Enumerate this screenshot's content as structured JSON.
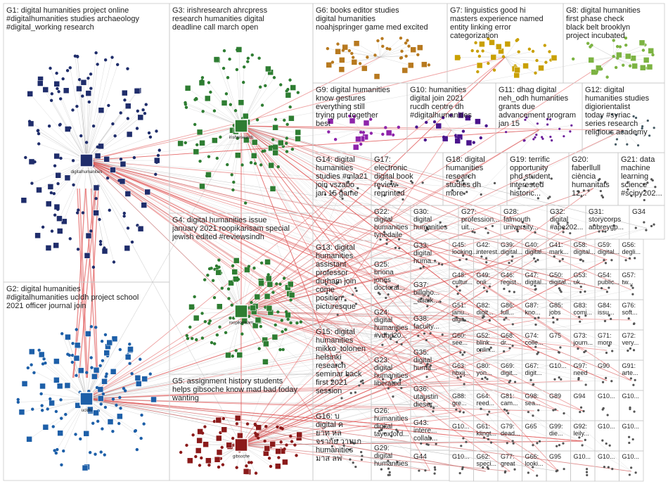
{
  "groups": [
    {
      "id": "G1",
      "label": "G1: digital humanities project online #digitalhumanities studies archaeology #digital_working research"
    },
    {
      "id": "G2",
      "label": "G2: digital humanities #digitalhumanities ucldh project school 2021 officer journal join"
    },
    {
      "id": "G3",
      "label": "G3: irishresearch ahrcpress research humanities digital deadline call march open applications"
    },
    {
      "id": "G4",
      "label": "G4: digital humanities issue january 2021 roopikarisam special jewish edited #reviewsindh"
    },
    {
      "id": "G5",
      "label": "G5: assignment history students helps gibsoche know mad bad today wanting"
    },
    {
      "id": "G6",
      "label": "G6: books editor studies digital humanities noahjspringer game med excited announce"
    },
    {
      "id": "G7",
      "label": "G7: linguistics good hi masters experience named entity linking error categorization"
    },
    {
      "id": "G8",
      "label": "G8: digital humanities first phase check black belt brooklyn project incubated"
    },
    {
      "id": "G9",
      "label": "G9: digital humanities know gestures everything still trying put together best"
    },
    {
      "id": "G10",
      "label": "G10: humanities digital join 2021 rucdh centre dh #digitalhumanities share interview"
    },
    {
      "id": "G11",
      "label": "G11: dhag digital neh_odh humanities grants due advancement program jan 15"
    },
    {
      "id": "G12",
      "label": "G12: digital humanities studies digiorientalist today #syriac series research religious academy"
    },
    {
      "id": "G13",
      "label": "G13: digital humanities assistant professor durham join come position picturesque great"
    },
    {
      "id": "G14",
      "label": "G14: digital humanities studies #mla21 join vszabo jan 15 game writing"
    },
    {
      "id": "G15",
      "label": "G15: digital humanities mikko_tolonen helsinki research seminar back first 2021 session"
    },
    {
      "id": "G16",
      "label": "G16: บ digital ค ยาท หล จรากัย วานเก humanities มาส ลพ"
    },
    {
      "id": "G17",
      "label": "G17: electronic digital book review reprinted introduction jamiescosullivan's..."
    },
    {
      "id": "G18",
      "label": "G18: digital humanities research studies dh more association..."
    },
    {
      "id": "G19",
      "label": "G19: terrific opportunity phd student interested historic..."
    },
    {
      "id": "G20",
      "label": "G20: faberllull ciència humanitats 12..."
    },
    {
      "id": "G21",
      "label": "G21: data machine learning science #scipy202..."
    },
    {
      "id": "G22",
      "label": "G22: digital humanities tynedaile registrati..."
    },
    {
      "id": "G23",
      "label": "G23: digital humanities liberated..."
    },
    {
      "id": "G24",
      "label": "G24: digital humanities #vdhd20..."
    },
    {
      "id": "G25",
      "label": "G25: briona jones doctoral..."
    },
    {
      "id": "G26",
      "label": "G26: humanities digital tayoxford..."
    },
    {
      "id": "G27",
      "label": "G27: profession... uit..."
    },
    {
      "id": "G28",
      "label": "G28: falmouth university..."
    },
    {
      "id": "G29",
      "label": "G29: digital humanities"
    },
    {
      "id": "G30",
      "label": "G30: digital humanities computati..."
    },
    {
      "id": "G31",
      "label": "G31: storycorps aubreygp..."
    },
    {
      "id": "G32",
      "label": "G32: digital #ape202..."
    },
    {
      "id": "G33",
      "label": "G33: digital huma... immer..."
    },
    {
      "id": "G34",
      "label": "G34"
    },
    {
      "id": "G35",
      "label": "G35: digital huma..."
    },
    {
      "id": "G36",
      "label": "G36: utaustin dieser..."
    },
    {
      "id": "G37",
      "label": "G37: billgho... _aliaik..."
    },
    {
      "id": "G38",
      "label": "G38: faculty..."
    },
    {
      "id": "G39",
      "label": "G39: digital..."
    },
    {
      "id": "G40",
      "label": "G40: digital..."
    },
    {
      "id": "G41",
      "label": "G41: mark..."
    },
    {
      "id": "G42",
      "label": "G42: interest..."
    },
    {
      "id": "G43",
      "label": "G43: intere... collab..."
    },
    {
      "id": "G44",
      "label": "G44"
    },
    {
      "id": "G45",
      "label": "G45: looking..."
    },
    {
      "id": "G46",
      "label": "G46: regist..."
    },
    {
      "id": "G47",
      "label": "G47: digital..."
    },
    {
      "id": "G48",
      "label": "G48: cultur..."
    },
    {
      "id": "G49",
      "label": "G49: onli..."
    },
    {
      "id": "G50",
      "label": "G50: digital..."
    },
    {
      "id": "G51",
      "label": "G51: janu... digit..."
    },
    {
      "id": "G52",
      "label": "G52: blink... onlin..."
    },
    {
      "id": "G53",
      "label": "G53: uk..."
    },
    {
      "id": "G54",
      "label": "G54: public..."
    },
    {
      "id": "G55",
      "label": "G55: digital..."
    },
    {
      "id": "G56",
      "label": "G56: degli..."
    },
    {
      "id": "G57",
      "label": "G57: tw..."
    },
    {
      "id": "G58",
      "label": "G58: digital..."
    },
    {
      "id": "G59",
      "label": "G59: digital..."
    },
    {
      "id": "G60",
      "label": "G60: see..."
    },
    {
      "id": "G61",
      "label": "G61: klingt..."
    },
    {
      "id": "G62",
      "label": "G62: speci..."
    },
    {
      "id": "G63",
      "label": "G63: nbxij..."
    },
    {
      "id": "G64",
      "label": "G64: reed..."
    },
    {
      "id": "G65",
      "label": "G65"
    },
    {
      "id": "G66",
      "label": "G66: looki..."
    },
    {
      "id": "G67",
      "label": "G67: digit..."
    },
    {
      "id": "G68",
      "label": "G68: dr..."
    },
    {
      "id": "G69",
      "label": "G69: digit..."
    },
    {
      "id": "G70",
      "label": "G70: jour..."
    },
    {
      "id": "G71",
      "label": "G71: more"
    },
    {
      "id": "G72",
      "label": "G72: very..."
    },
    {
      "id": "G73",
      "label": "G73: journ..."
    },
    {
      "id": "G74",
      "label": "G74: colle..."
    },
    {
      "id": "G75",
      "label": "G75"
    },
    {
      "id": "G76",
      "label": "G76: soft..."
    },
    {
      "id": "G77",
      "label": "G77: great"
    },
    {
      "id": "G78",
      "label": "G78: hnr..."
    },
    {
      "id": "G79",
      "label": "G79: dead..."
    },
    {
      "id": "G80",
      "label": "G80: yon..."
    },
    {
      "id": "G81",
      "label": "G81: cam..."
    },
    {
      "id": "G82",
      "label": "G82: digit..."
    },
    {
      "id": "G83",
      "label": "G83: comi..."
    },
    {
      "id": "G84",
      "label": "G84: issu..."
    },
    {
      "id": "G85",
      "label": "G85: jobs"
    },
    {
      "id": "G86",
      "label": "G86: full..."
    },
    {
      "id": "G87",
      "label": "G87: kno..."
    },
    {
      "id": "G88",
      "label": "G88: gre..."
    },
    {
      "id": "G89",
      "label": "G89"
    },
    {
      "id": "G90",
      "label": "G90"
    },
    {
      "id": "G91",
      "label": "G91: arte..."
    },
    {
      "id": "G92",
      "label": "G92: leily..."
    },
    {
      "id": "G93",
      "label": "G93: em..."
    },
    {
      "id": "G94",
      "label": "G94"
    },
    {
      "id": "G95",
      "label": "G95"
    },
    {
      "id": "G96",
      "label": "G96: job..."
    },
    {
      "id": "G97",
      "label": "G97: need"
    },
    {
      "id": "G98",
      "label": "G98: sea..."
    },
    {
      "id": "G99",
      "label": "G99: die..."
    },
    {
      "id": "G100",
      "label": "G10..."
    }
  ],
  "colors": {
    "edge_gray": "#9a9a9a",
    "edge_red": "#e05050",
    "border": "#c9c9c9",
    "G1": "#1f2d6b",
    "G2": "#1d5fa8",
    "G3": "#2e7d32",
    "G4": "#2e7d32",
    "G5": "#8b1a1a",
    "G6": "#b7791f",
    "G7": "#c9a000",
    "G8": "#7cb342",
    "G9": "#8e24aa",
    "G10": "#4a148c",
    "G11": "#6a1b9a",
    "G12": "#455a64",
    "small": "#555555"
  },
  "node_labels": {
    "g1_hub": "digitalhumanities",
    "g2_hub": "ucldh",
    "g3_hub": "irishresearch",
    "g4_hub": "roopikarisam",
    "g5_hub": "gibsoche"
  }
}
